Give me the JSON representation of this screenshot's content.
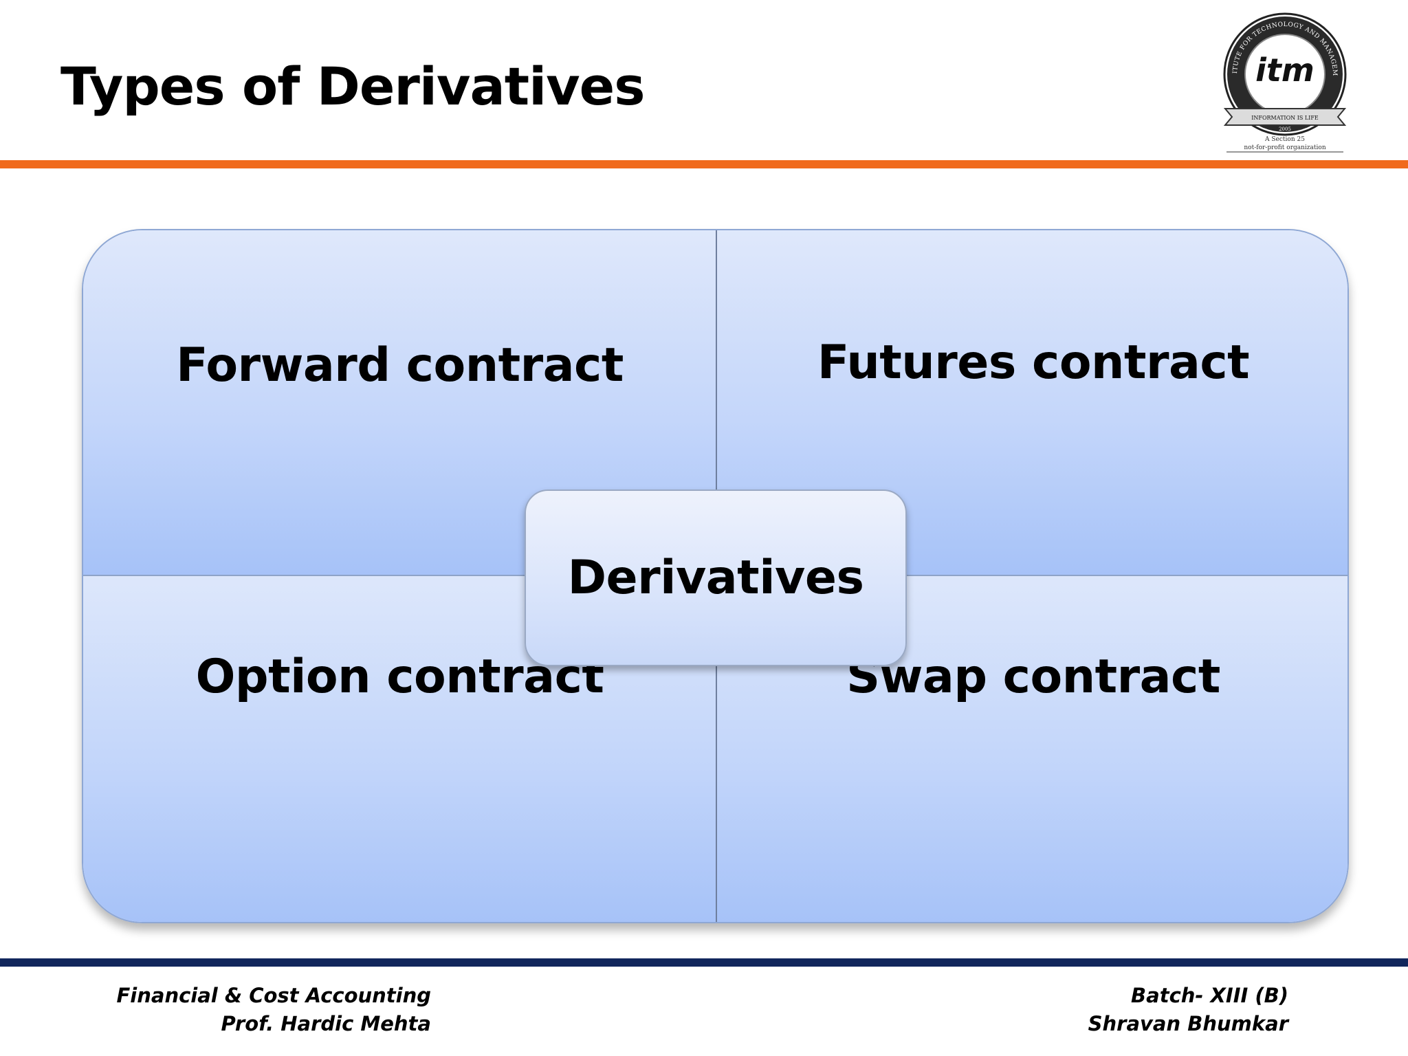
{
  "slide": {
    "title": "Types of Derivatives"
  },
  "diagram": {
    "center": "Derivatives",
    "quadrants": {
      "top_left": "Forward contract",
      "top_right": "Futures contract",
      "bottom_left": "Option contract",
      "bottom_right": "Swap contract"
    }
  },
  "logo": {
    "ring_top": "INSTITUTE FOR TECHNOLOGY AND MANAGEMENT",
    "mark": "itm",
    "banner": "INFORMATION IS LIFE",
    "year": "2005",
    "note_line1": "A Section 25",
    "note_line2": "not-for-profit organization"
  },
  "footer": {
    "left_line1": "Financial & Cost Accounting",
    "left_line2": "Prof. Hardic Mehta",
    "right_line1": "Batch- XIII (B)",
    "right_line2": "Shravan Bhumkar"
  },
  "colors": {
    "accent_orange": "#f06a1c",
    "footer_navy": "#12275c",
    "quad_blue": "#a6c2f8"
  }
}
